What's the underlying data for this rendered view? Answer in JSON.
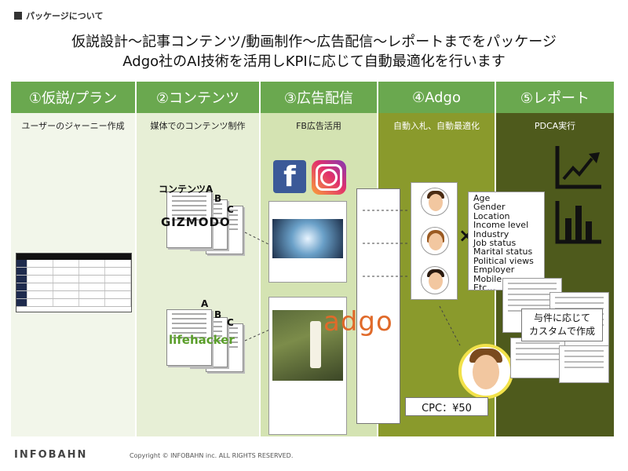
{
  "section_label": "パッケージについて",
  "headline": {
    "line1": "仮説設計～記事コンテンツ/動画制作～広告配信～レポートまでをパッケージ",
    "line2": "Adgo社のAI技術を活用しKPIに応じて自動最適化を行います"
  },
  "columns": [
    {
      "title": "①仮説/プラン",
      "subtitle": "ユーザーのジャーニー作成"
    },
    {
      "title": "②コンテンツ",
      "subtitle": "媒体でのコンテンツ制作"
    },
    {
      "title": "③広告配信",
      "subtitle": "FB広告活用"
    },
    {
      "title": "④Adgo",
      "subtitle": "自動入札、自動最適化"
    },
    {
      "title": "⑤レポート",
      "subtitle": "PDCA実行"
    }
  ],
  "content": {
    "label_a1": "コンテンツA",
    "label_b1": "B",
    "label_c1": "C",
    "media1": "GIZMODO",
    "label_a2": "A",
    "label_b2": "B",
    "label_c2": "C",
    "media2": "lifehacker"
  },
  "adgo": {
    "logo": "adgo",
    "cross": "×",
    "attributes": [
      "Age",
      "Gender",
      "Location",
      "Income level",
      "Industry",
      "Job status",
      "Marital status",
      "Political views",
      "Employer",
      "Mobile",
      "Etc…"
    ],
    "cpc": "CPC：¥50"
  },
  "report": {
    "custom_line1": "与件に応じて",
    "custom_line2": "カスタムで作成"
  },
  "footer": {
    "logo": "INFOBAHN",
    "copyright": "Copyright © INFOBAHN inc. ALL RIGHTS RESERVED."
  },
  "colors": {
    "header_green": "#6aa84f",
    "adgo_orange": "#e06a2a",
    "col4_bg": "#8a9a2c",
    "col5_bg": "#4e5a1c"
  }
}
